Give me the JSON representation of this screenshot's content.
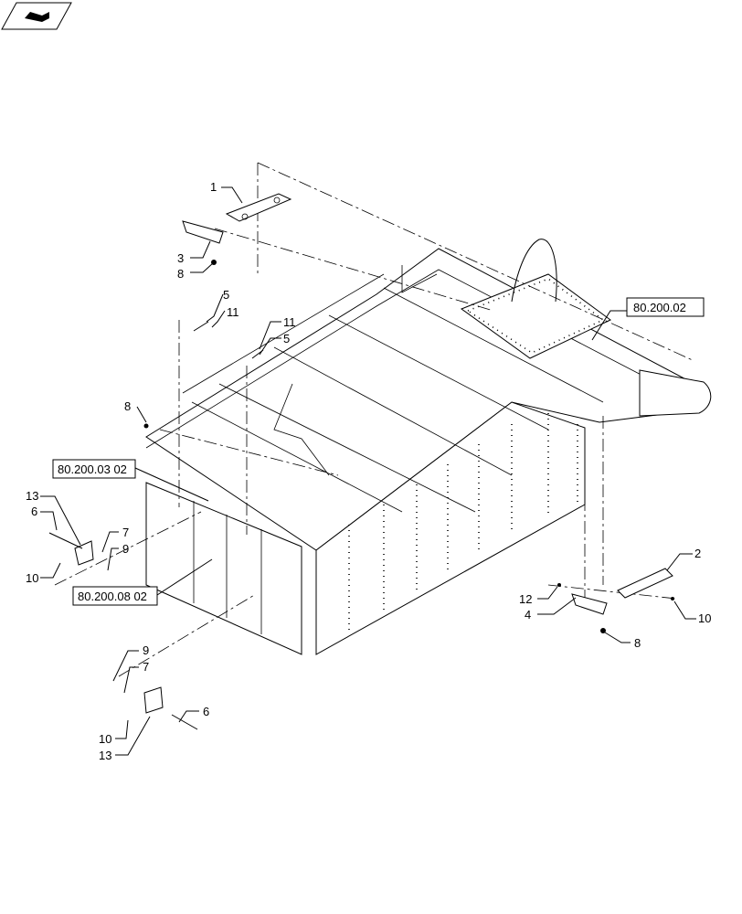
{
  "icon": "book-page-icon",
  "callouts": {
    "c1": "1",
    "c2": "2",
    "c3": "3",
    "c4": "4",
    "c5a": "5",
    "c5b": "5",
    "c6a": "6",
    "c6b": "6",
    "c7a": "7",
    "c7b": "7",
    "c8a": "8",
    "c8b": "8",
    "c8c": "8",
    "c9a": "9",
    "c9b": "9",
    "c10a": "10",
    "c10b": "10",
    "c10c": "10",
    "c11a": "11",
    "c11b": "11",
    "c12": "12",
    "c13a": "13",
    "c13b": "13"
  },
  "references": {
    "ref_top": "80.200.02",
    "ref_left": "80.200.03 02",
    "ref_bottom": "80.200.08 02"
  }
}
